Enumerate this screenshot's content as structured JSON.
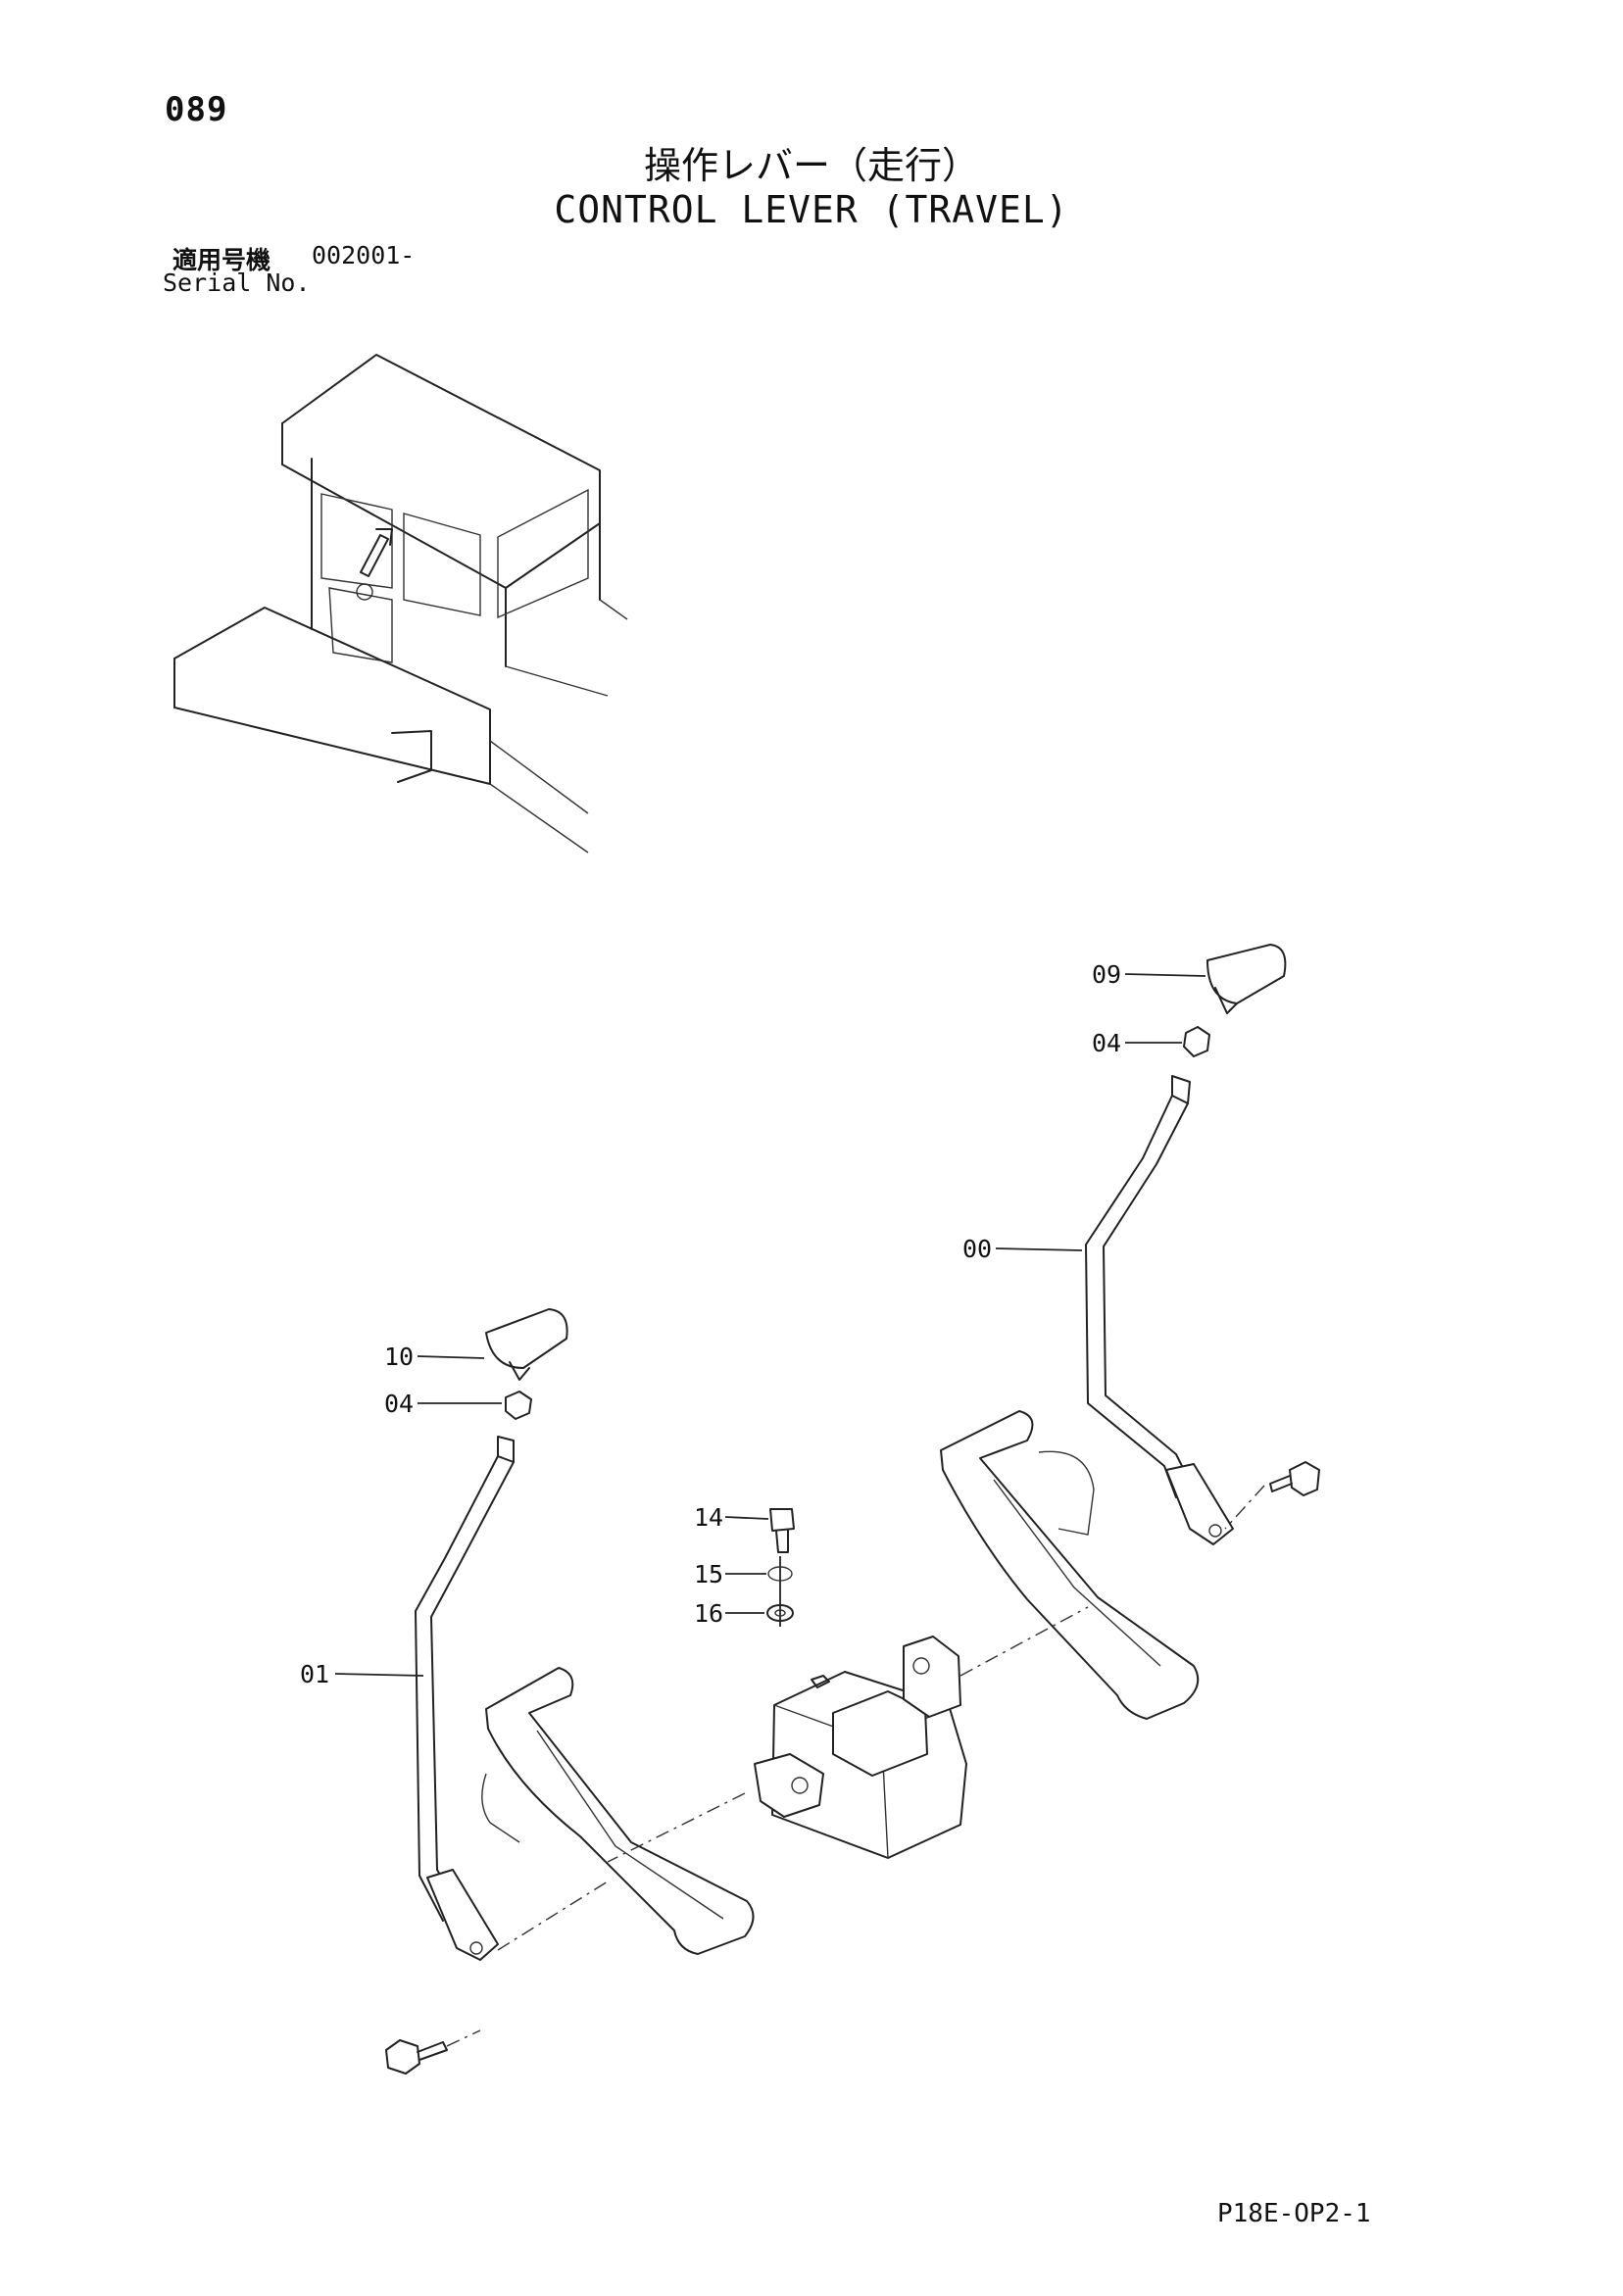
{
  "header": {
    "page_number": "089",
    "title_jp": "操作レバー（走行）",
    "title_en": "CONTROL LEVER (TRAVEL)",
    "serial_label_jp": "適用号機",
    "serial_value": "002001-",
    "serial_label_en": "Serial No."
  },
  "callouts": [
    "09",
    "04",
    "00",
    "10",
    "04",
    "01",
    "14",
    "15",
    "16"
  ],
  "footer": {
    "doc_code": "P18E-OP2-1"
  },
  "icons": [
    "cab-location-icon",
    "travel-lever-assembly-icon",
    "lever-knob-icon",
    "nut-icon",
    "bolt-icon",
    "washer-icon",
    "pedal-icon",
    "valve-block-icon"
  ]
}
